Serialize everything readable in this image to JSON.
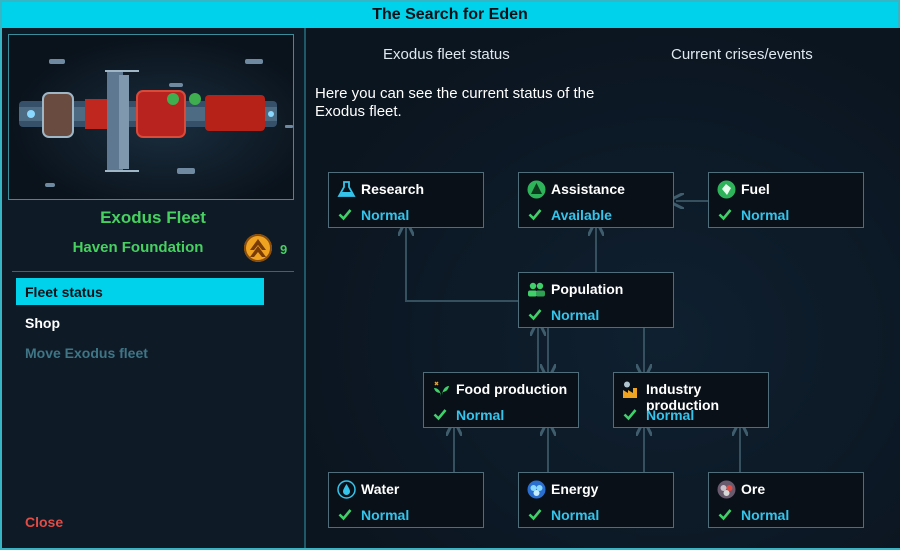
{
  "window": {
    "title": "The Search for Eden"
  },
  "fleet": {
    "name": "Exodus Fleet",
    "faction": "Haven Foundation",
    "faction_count": "9"
  },
  "menu": {
    "items": [
      {
        "label": "Fleet status",
        "state": "active"
      },
      {
        "label": "Shop",
        "state": "normal"
      },
      {
        "label": "Move Exodus fleet",
        "state": "disabled"
      }
    ],
    "close_label": "Close"
  },
  "tabs": [
    {
      "label": "Exodus fleet status"
    },
    {
      "label": "Current crises/events"
    }
  ],
  "description": "Here you can see the current status of the Exodus fleet.",
  "nodes": {
    "research": {
      "name": "Research",
      "status": "Normal",
      "icon": "flask-icon"
    },
    "assistance": {
      "name": "Assistance",
      "status": "Available",
      "icon": "assistance-icon"
    },
    "fuel": {
      "name": "Fuel",
      "status": "Normal",
      "icon": "fuel-icon"
    },
    "population": {
      "name": "Population",
      "status": "Normal",
      "icon": "people-icon"
    },
    "food": {
      "name": "Food production",
      "status": "Normal",
      "icon": "plant-icon"
    },
    "industry": {
      "name": "Industry production",
      "status": "Normal",
      "icon": "factory-icon"
    },
    "water": {
      "name": "Water",
      "status": "Normal",
      "icon": "water-drop-icon"
    },
    "energy": {
      "name": "Energy",
      "status": "Normal",
      "icon": "energy-icon"
    },
    "ore": {
      "name": "Ore",
      "status": "Normal",
      "icon": "ore-icon"
    }
  },
  "colors": {
    "accent": "#00d2ec",
    "fleet_green": "#46d160",
    "status_blue": "#34c4ec",
    "close_red": "#e24c44"
  }
}
